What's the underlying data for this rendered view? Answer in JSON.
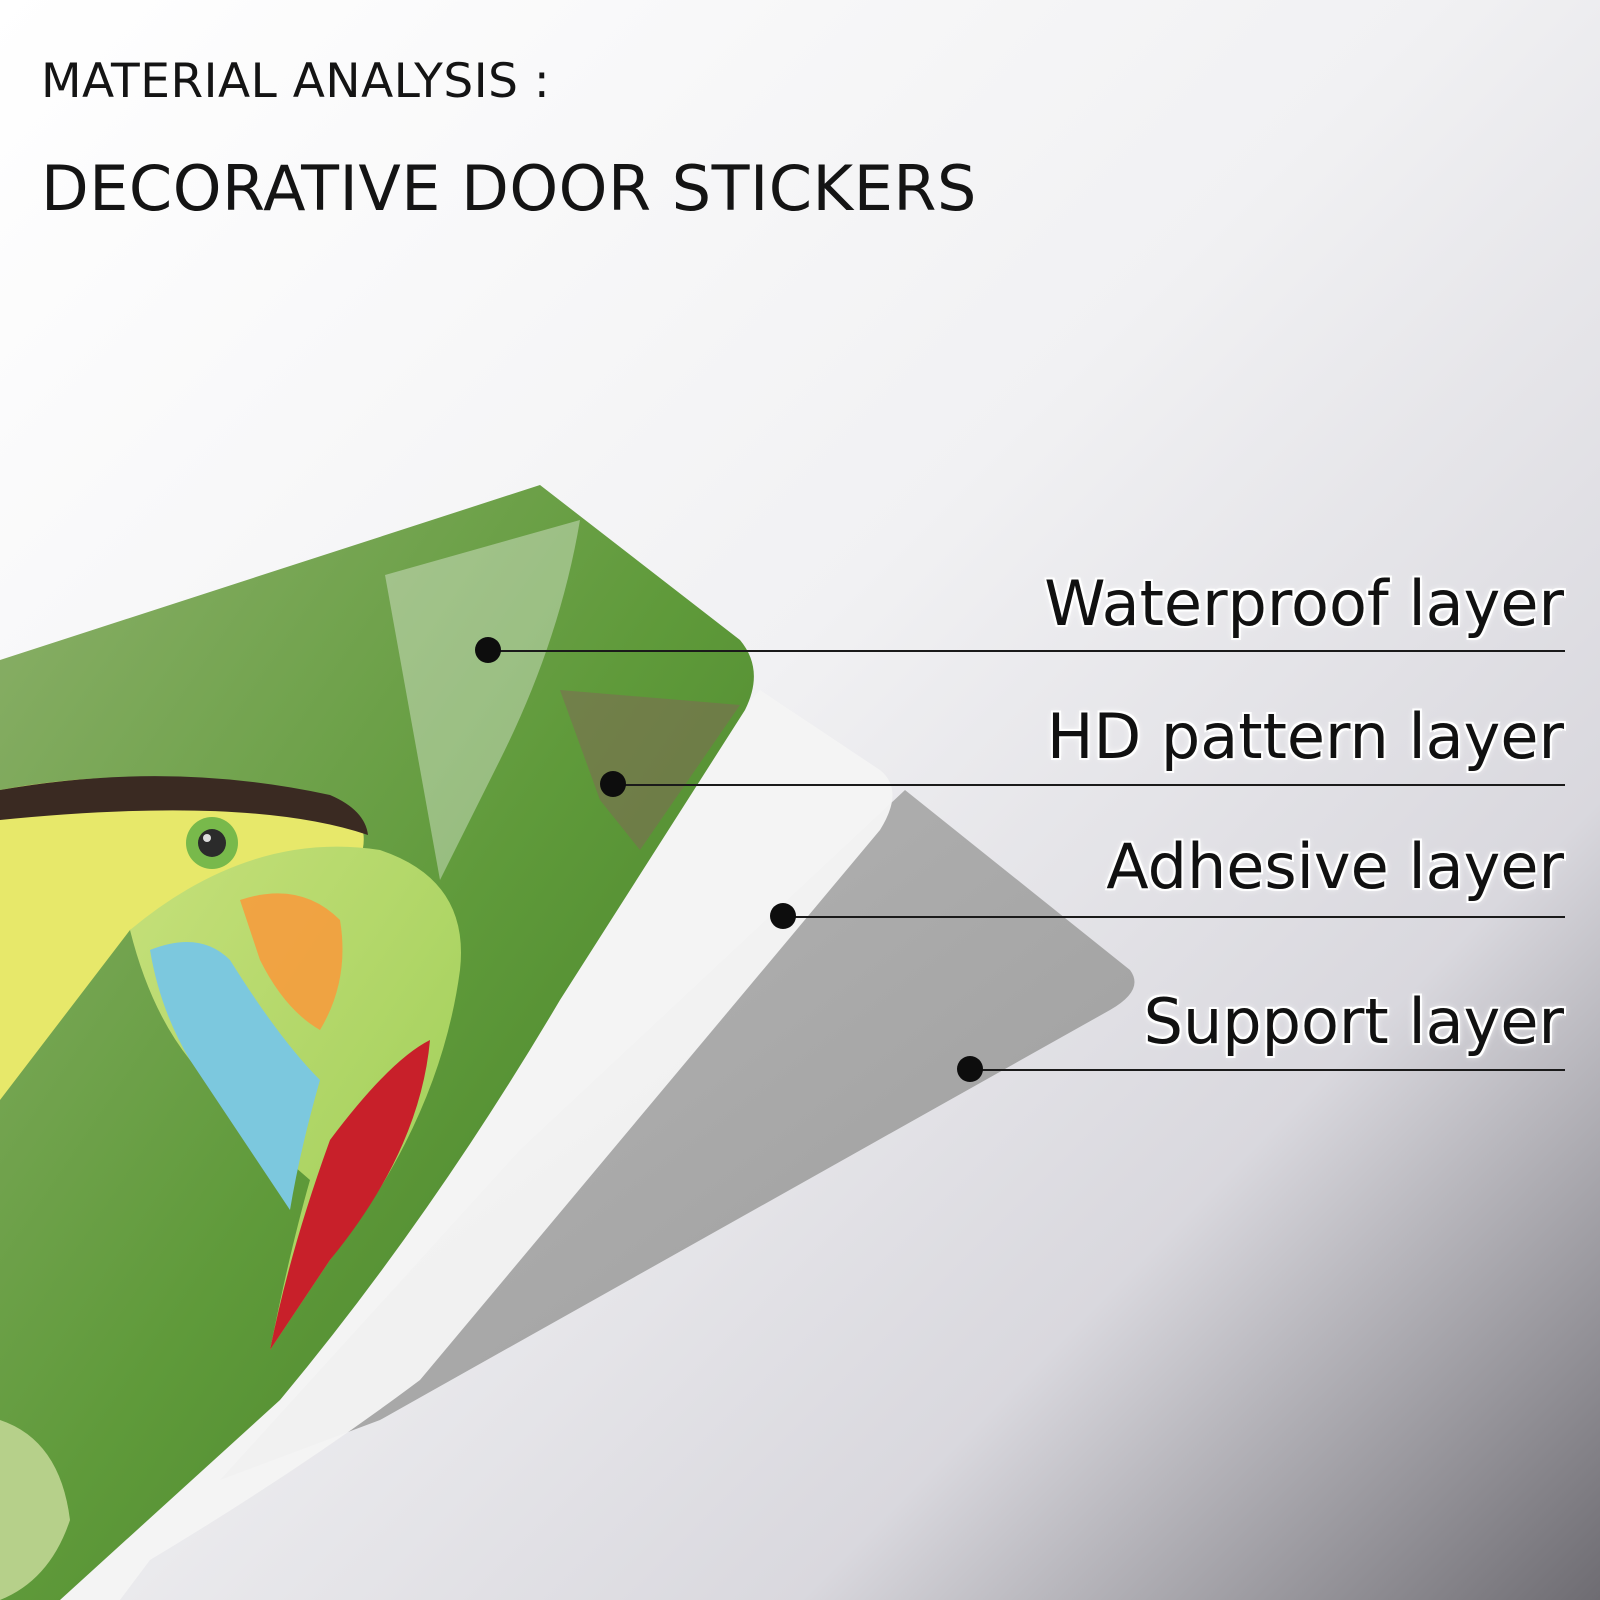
{
  "header": {
    "title": "MATERIAL ANALYSIS :",
    "subtitle": "DECORATIVE DOOR STICKERS"
  },
  "layers": [
    {
      "label": "Waterproof layer"
    },
    {
      "label": "HD pattern layer"
    },
    {
      "label": "Adhesive layer"
    },
    {
      "label": "Support layer"
    }
  ],
  "colors": {
    "text": "#111111",
    "leader": "#1a1a1a",
    "leaf_green": "#4f9a2c",
    "beak_orange": "#f2a040",
    "beak_red": "#c8202a",
    "beak_blue": "#7cc8de",
    "support_gray": "#a9a9a9"
  }
}
